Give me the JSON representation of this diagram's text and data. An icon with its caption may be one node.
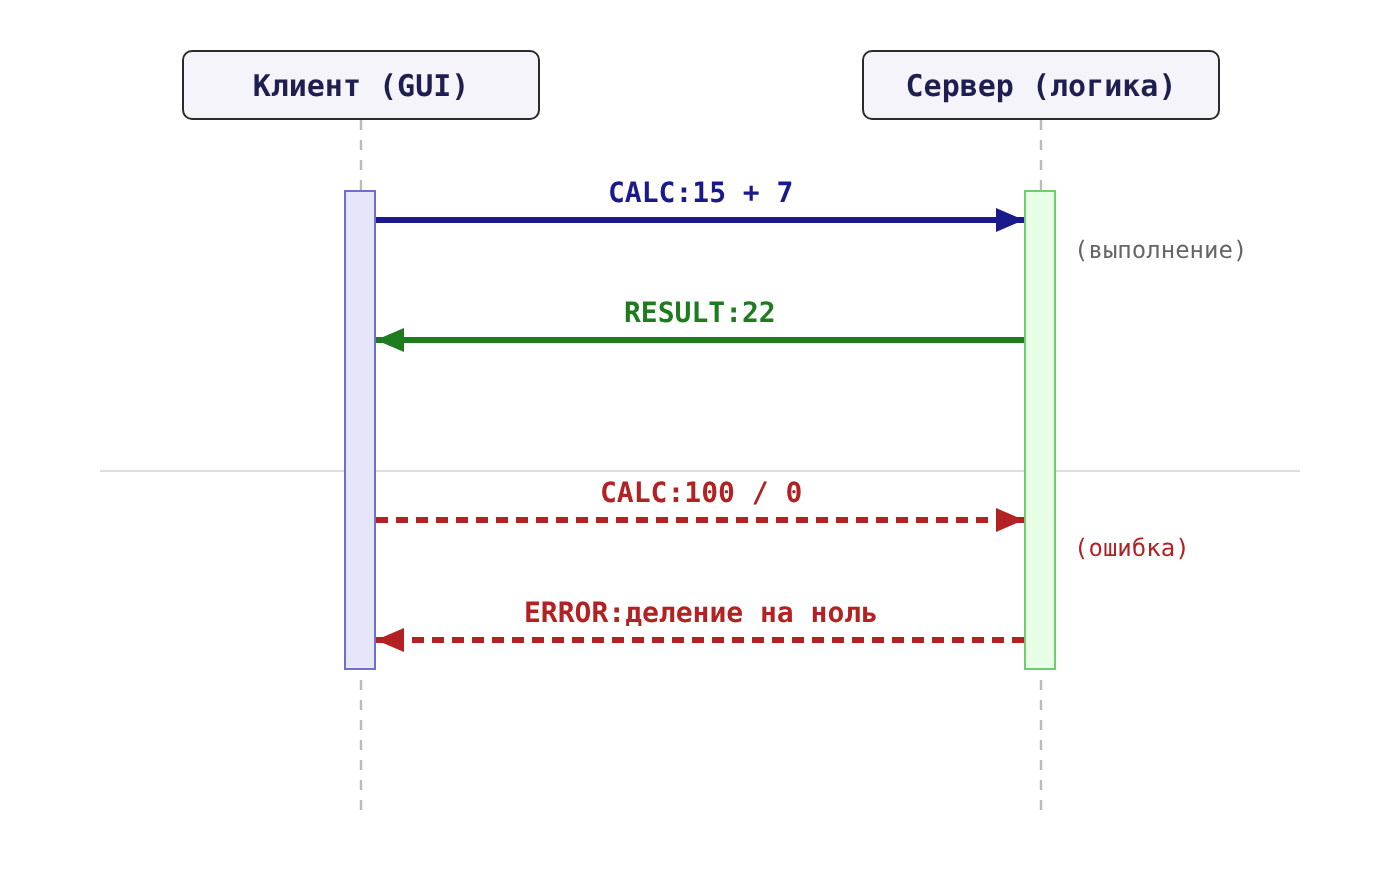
{
  "diagram": {
    "nodes": [
      {
        "text": [
          "Клиент (GUI)"
        ]
      },
      {
        "text": [
          "Сервер (логика)"
        ]
      },
      {
        "text": [],
        "shape": "bar"
      },
      {
        "text": [],
        "shape": "bar"
      }
    ],
    "edges": [
      {
        "from": 2,
        "to": 3,
        "arrow": "to",
        "label": "CALC:15 + 7",
        "color": "#1a1a8c"
      },
      {
        "from": 3,
        "to": 2,
        "arrow": "to",
        "label": "RESULT:22",
        "color": "#1e7b1e"
      },
      {
        "from": 2,
        "to": 3,
        "arrow": "to",
        "label": "CALC:100 / 0",
        "style": "dashed",
        "color": "#b22222"
      },
      {
        "from": 3,
        "to": 2,
        "arrow": "to",
        "label": "ERROR:деление на ноль",
        "style": "dashed",
        "color": "#b22222"
      }
    ],
    "labels": [
      "(выполнение)",
      "(ошибка)"
    ]
  }
}
